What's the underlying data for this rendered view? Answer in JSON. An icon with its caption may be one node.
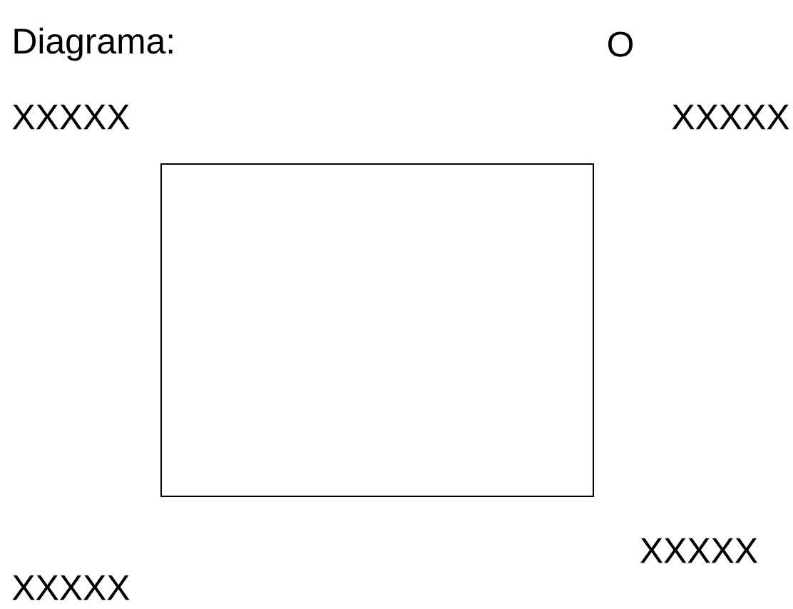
{
  "diagram": {
    "nodes": [
      {
        "text": [],
        "shape": "box"
      }
    ],
    "edges": [],
    "labels": [
      "Diagrama:",
      "O",
      "XXXXX",
      "XXXXX",
      "XXXXX",
      "XXXXX"
    ]
  }
}
